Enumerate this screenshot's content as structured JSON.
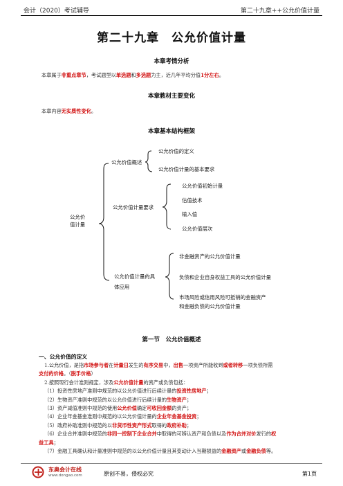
{
  "header": {
    "left": "会计（2020）考试辅导",
    "right": "第二十九章++公允价值计量"
  },
  "title": "第二十九章　公允价值计量",
  "s1": {
    "heading": "本章考情分析",
    "p": [
      "本章属于",
      "非重点章节",
      "，考试题型以",
      "单选题",
      "和",
      "多选题",
      "为主，近几年平均分值",
      "1分左右",
      "。"
    ]
  },
  "s2": {
    "heading": "本章教材主要变化",
    "p": [
      "本章内容",
      "无实质性变化",
      "。"
    ]
  },
  "s3": {
    "heading": "本章基本结构框架"
  },
  "tree": {
    "root": [
      "公允价",
      "值计量"
    ],
    "b1": "公允价值概述",
    "b1_items": [
      "公允价值的定义",
      "公允价值计量的基本要求"
    ],
    "b2": "公允价值计量要求",
    "b2_items": [
      "公允价值初始计量",
      "估值技术",
      "输入值",
      "公允价值层次"
    ],
    "b3": [
      "公允价值计量的具",
      "体应用"
    ],
    "b3_items": [
      "非金融资产的公允价值计量",
      "负债和企业自身权益工具的公允价值计量",
      "市场风险或信用风险可抵销的金融资产",
      "和金融负债的公允价值计量"
    ]
  },
  "section": {
    "title": "第一节　公允价值概述",
    "sub": "一、公允价值的定义"
  },
  "lines": {
    "l1": [
      "1.公允价值，是指",
      "市场参与者",
      "在",
      "计量日",
      "发生的",
      "有序交易",
      "中，",
      "出售",
      "一项资产所能收到",
      "或者转移",
      "一项负债所需"
    ],
    "l1b": [
      "支付的价格",
      "。（",
      "脱手价格",
      "）"
    ],
    "l2": [
      "2.按照现行会计准则规定，涉及",
      "公允价值计量",
      "的资产或负债包括："
    ],
    "l3": [
      "（1）投资性房地产准则中规范的以公允价值进行后续计量的",
      "投资性房地产",
      "；"
    ],
    "l4": [
      "（2）生物资产准则中规范的以公允价值进行后续计量的",
      "生物资产",
      "；"
    ],
    "l5": [
      "（3）资产减值准则中规范的使用",
      "公允价值",
      "确定",
      "可收回金额",
      "的资产；"
    ],
    "l6": [
      "（4）企业年金基金准则中规范的以公允价值计量的",
      "企业年金基金投资",
      "；"
    ],
    "l7": [
      "（5）政府补助准则中规范的以",
      "非货币性资产形式",
      "取得的",
      "政府补助",
      "；"
    ],
    "l8": [
      "（6）企业合并准则中规范的",
      "非同一控制下企业合并",
      "中取得的可辨认资产和负债以及",
      "作为合并对价",
      "发行的",
      "权"
    ],
    "l8b": [
      "益工具",
      "；"
    ],
    "l9": [
      "（7）金融工具确认和计量准则中规范的以公允价值计量且其变动计入当期损益的",
      "金融资产",
      "或",
      "金融负债",
      "等。"
    ]
  },
  "footer": {
    "logo_cn": "东奥会计在线",
    "logo_url": "www.dongao.com",
    "slogan": "原创不易，侵权必究",
    "page": "第1页"
  },
  "colors": {
    "emphasis": "#d21414",
    "logo": "#c0201a"
  }
}
